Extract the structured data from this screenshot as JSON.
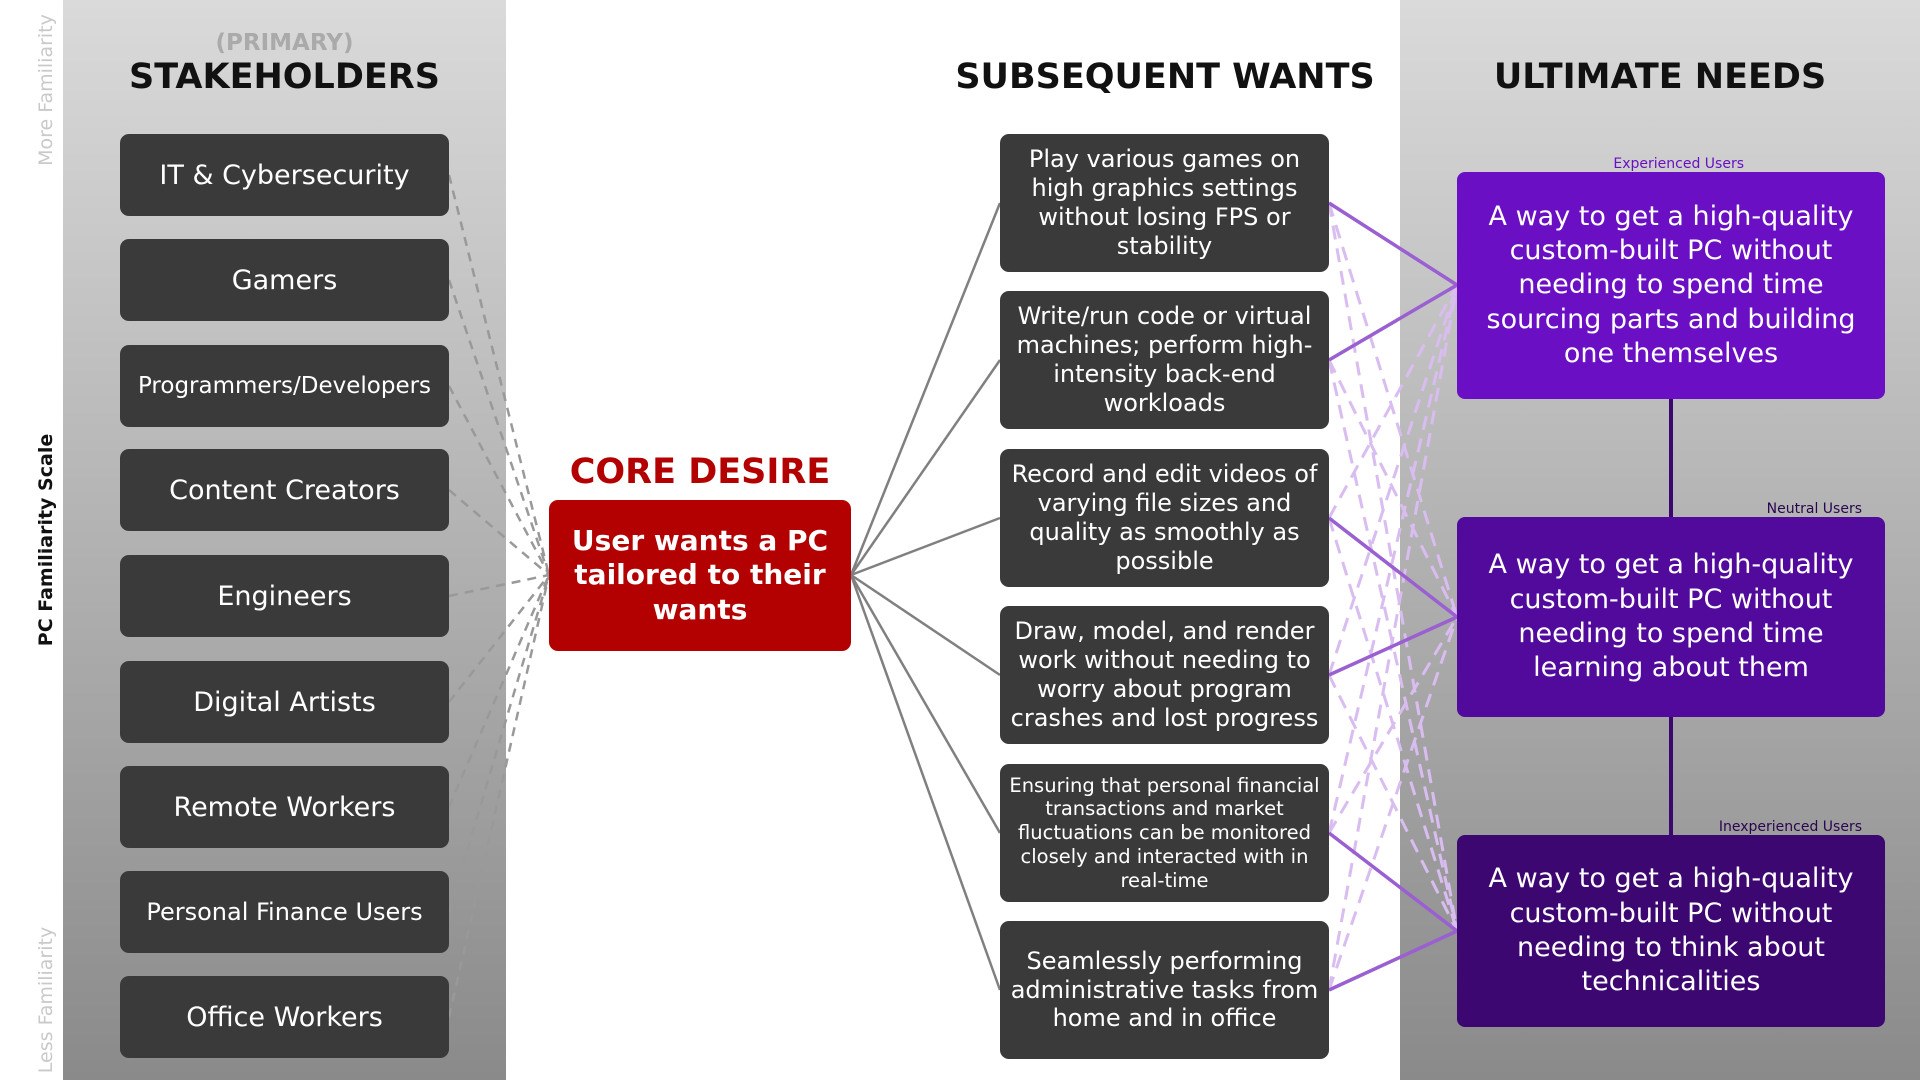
{
  "scale": {
    "title": "PC Familiarity Scale",
    "top_label": "More Familiarity",
    "bottom_label": "Less Familiarity"
  },
  "stakeholders": {
    "subtitle": "(PRIMARY)",
    "title": "STAKEHOLDERS",
    "items": [
      "IT & Cybersecurity",
      "Gamers",
      "Programmers/Developers",
      "Content Creators",
      "Engineers",
      "Digital Artists",
      "Remote Workers",
      "Personal Finance Users",
      "Office Workers"
    ]
  },
  "core": {
    "title": "CORE DESIRE",
    "text": "User wants a PC tailored to their wants"
  },
  "wants": {
    "title": "SUBSEQUENT WANTS",
    "items": [
      "Play various games on high graphics settings without losing FPS or stability",
      "Write/run code or virtual machines; perform high-intensity back-end workloads",
      "Record and edit videos of varying file sizes and quality as smoothly as possible",
      "Draw, model, and render work without needing to worry about program crashes and lost progress",
      "Ensuring that personal financial transactions and market fluctuations can be monitored closely and interacted with in real-time",
      "Seamlessly performing administrative tasks from home and in office"
    ]
  },
  "needs": {
    "title": "ULTIMATE NEEDS",
    "items": [
      {
        "tag": "Experienced Users",
        "text": "A way to get a high-quality custom-built PC without needing to spend time sourcing parts and building one themselves",
        "color": "#6a0fc4"
      },
      {
        "tag": "Neutral Users",
        "text": "A way to get a high-quality custom-built PC without needing to spend time learning about them",
        "color": "#520a9c"
      },
      {
        "tag": "Inexperienced Users",
        "text": "A way to get a high-quality custom-built PC without needing to think about technicalities",
        "color": "#3c0771"
      }
    ]
  },
  "colors": {
    "core_red": "#b30000",
    "dark_box": "#3a3a3a",
    "dashed_gray": "#999999",
    "solid_gray": "#808080",
    "purple_solid": "#9a5fd0",
    "purple_dashed": "#d9bdf0"
  }
}
